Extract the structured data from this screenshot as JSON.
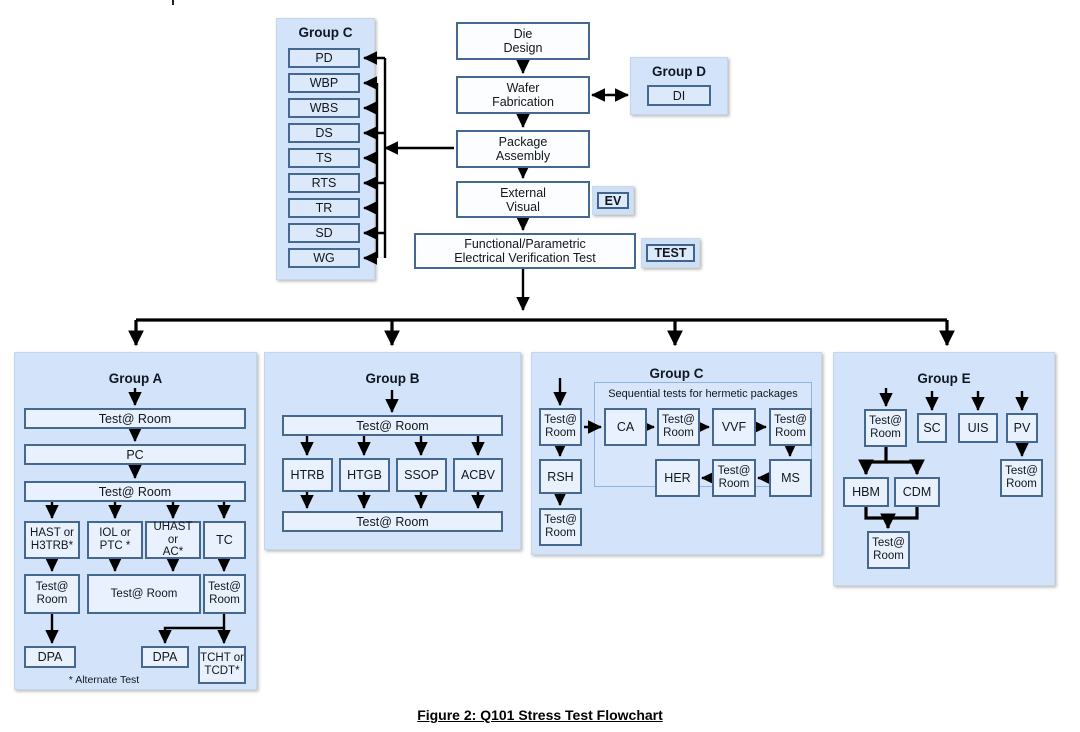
{
  "figure": {
    "caption": "Figure 2:  Q101 Stress Test Flowchart"
  },
  "main_flow": {
    "nodes": [
      {
        "id": "die_design",
        "label": "Die\nDesign"
      },
      {
        "id": "wafer_fab",
        "label": "Wafer\nFabrication"
      },
      {
        "id": "pkg_assembly",
        "label": "Package\nAssembly"
      },
      {
        "id": "ext_visual",
        "label": "External\nVisual"
      },
      {
        "id": "elec_test",
        "label": "Functional/Parametric\nElectrical Verification Test"
      }
    ],
    "badges": [
      {
        "id": "ev_badge",
        "label": "EV"
      },
      {
        "id": "test_badge",
        "label": "TEST"
      }
    ]
  },
  "group_c_top": {
    "title": "Group C",
    "items": [
      "PD",
      "WBP",
      "WBS",
      "DS",
      "TS",
      "RTS",
      "TR",
      "SD",
      "WG"
    ]
  },
  "group_d": {
    "title": "Group D",
    "items": [
      "DI"
    ]
  },
  "group_a": {
    "title": "Group A",
    "footnote": "* Alternate Test",
    "nodes": [
      {
        "id": "a_test1",
        "label": "Test@ Room"
      },
      {
        "id": "a_pc",
        "label": "PC"
      },
      {
        "id": "a_test2",
        "label": "Test@ Room"
      },
      {
        "id": "a_hast",
        "label": "HAST or\nH3TRB*"
      },
      {
        "id": "a_iol",
        "label": "IOL or\nPTC *"
      },
      {
        "id": "a_uhast",
        "label": "UHAST or\nAC*"
      },
      {
        "id": "a_tc",
        "label": "TC"
      },
      {
        "id": "a_test3",
        "label": "Test@\nRoom"
      },
      {
        "id": "a_test4",
        "label": "Test@ Room"
      },
      {
        "id": "a_test5",
        "label": "Test@\nRoom"
      },
      {
        "id": "a_dpa1",
        "label": "DPA"
      },
      {
        "id": "a_dpa2",
        "label": "DPA"
      },
      {
        "id": "a_tcht",
        "label": "TCHT or\nTCDT*"
      }
    ]
  },
  "group_b": {
    "title": "Group B",
    "nodes": [
      {
        "id": "b_test1",
        "label": "Test@ Room"
      },
      {
        "id": "b_htrb",
        "label": "HTRB"
      },
      {
        "id": "b_htgb",
        "label": "HTGB"
      },
      {
        "id": "b_ssop",
        "label": "SSOP"
      },
      {
        "id": "b_acbv",
        "label": "ACBV"
      },
      {
        "id": "b_test2",
        "label": "Test@ Room"
      }
    ]
  },
  "group_c_bottom": {
    "title": "Group C",
    "subgroup_label": "Sequential tests for hermetic packages",
    "nodes": [
      {
        "id": "c_test1",
        "label": "Test@\nRoom"
      },
      {
        "id": "c_rsh",
        "label": "RSH"
      },
      {
        "id": "c_test2",
        "label": "Test@\nRoom"
      },
      {
        "id": "c_ca",
        "label": "CA"
      },
      {
        "id": "c_test3",
        "label": "Test@\nRoom"
      },
      {
        "id": "c_vvf",
        "label": "VVF"
      },
      {
        "id": "c_test4",
        "label": "Test@\nRoom"
      },
      {
        "id": "c_ms",
        "label": "MS"
      },
      {
        "id": "c_test5",
        "label": "Test@\nRoom"
      },
      {
        "id": "c_her",
        "label": "HER"
      }
    ]
  },
  "group_e": {
    "title": "Group E",
    "nodes": [
      {
        "id": "e_test1",
        "label": "Test@\nRoom"
      },
      {
        "id": "e_sc",
        "label": "SC"
      },
      {
        "id": "e_uis",
        "label": "UIS"
      },
      {
        "id": "e_pv",
        "label": "PV"
      },
      {
        "id": "e_hbm",
        "label": "HBM"
      },
      {
        "id": "e_cdm",
        "label": "CDM"
      },
      {
        "id": "e_test2",
        "label": "Test@\nRoom"
      },
      {
        "id": "e_test3",
        "label": "Test@\nRoom"
      }
    ]
  },
  "colors": {
    "panel_fill": "#d3e4fa",
    "box_border": "#44688f",
    "box_fill": "#fbfdff",
    "box_fill_light_blue": "#dbe9fb",
    "connector": "#000000"
  }
}
